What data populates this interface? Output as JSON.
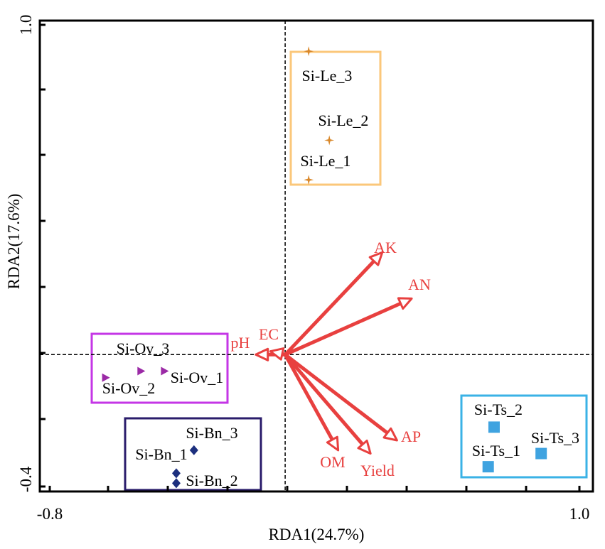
{
  "chart_data": {
    "type": "scatter",
    "subtype": "rda_biplot",
    "xlabel": "RDA1(24.7%)",
    "ylabel": "RDA2(17.6%)",
    "xlim": [
      -0.8,
      1.0
    ],
    "ylim": [
      -0.4,
      1.0
    ],
    "x_tick_labels": [
      "-0.8",
      "1.0"
    ],
    "y_tick_labels": [
      "-0.4",
      "1.0"
    ],
    "reference_lines": [
      0,
      0
    ],
    "arrow_color": "#e8403f",
    "groups": [
      {
        "group": "Le",
        "marker": "star",
        "color": "#d9882b",
        "box_color": "#fbc77a",
        "points": [
          {
            "label": "Si-Le_3",
            "x": 0.08,
            "y": 0.92
          },
          {
            "label": "Si-Le_2",
            "x": 0.15,
            "y": 0.65
          },
          {
            "label": "Si-Le_1",
            "x": 0.08,
            "y": 0.53
          }
        ]
      },
      {
        "group": "Ov",
        "marker": "triangle-right",
        "color": "#9b2aa6",
        "box_color": "#c436e6",
        "points": [
          {
            "label": "Si-Ov_3",
            "x": -0.49,
            "y": -0.05
          },
          {
            "label": "Si-Ov_2",
            "x": -0.61,
            "y": -0.07
          },
          {
            "label": "Si-Ov_1",
            "x": -0.41,
            "y": -0.05
          }
        ]
      },
      {
        "group": "Bn",
        "marker": "diamond",
        "color": "#1c2f7e",
        "box_color": "#2a1c6b",
        "points": [
          {
            "label": "Si-Bn_3",
            "x": -0.31,
            "y": -0.29
          },
          {
            "label": "Si-Bn_1",
            "x": -0.37,
            "y": -0.36
          },
          {
            "label": "Si-Bn_2",
            "x": -0.37,
            "y": -0.39
          }
        ]
      },
      {
        "group": "Ts",
        "marker": "square",
        "color": "#3fa3e0",
        "box_color": "#3ab2e6",
        "points": [
          {
            "label": "Si-Ts_2",
            "x": 0.71,
            "y": -0.22
          },
          {
            "label": "Si-Ts_1",
            "x": 0.69,
            "y": -0.34
          },
          {
            "label": "Si-Ts_3",
            "x": 0.87,
            "y": -0.3
          }
        ]
      }
    ],
    "env_vectors": [
      {
        "label": "AK",
        "x": 0.33,
        "y": 0.31
      },
      {
        "label": "AN",
        "x": 0.43,
        "y": 0.17
      },
      {
        "label": "pH",
        "x": -0.1,
        "y": 0.0
      },
      {
        "label": "EC",
        "x": -0.05,
        "y": 0.01
      },
      {
        "label": "AP",
        "x": 0.38,
        "y": -0.26
      },
      {
        "label": "OM",
        "x": 0.18,
        "y": -0.29
      },
      {
        "label": "Yield",
        "x": 0.29,
        "y": -0.3
      }
    ]
  }
}
